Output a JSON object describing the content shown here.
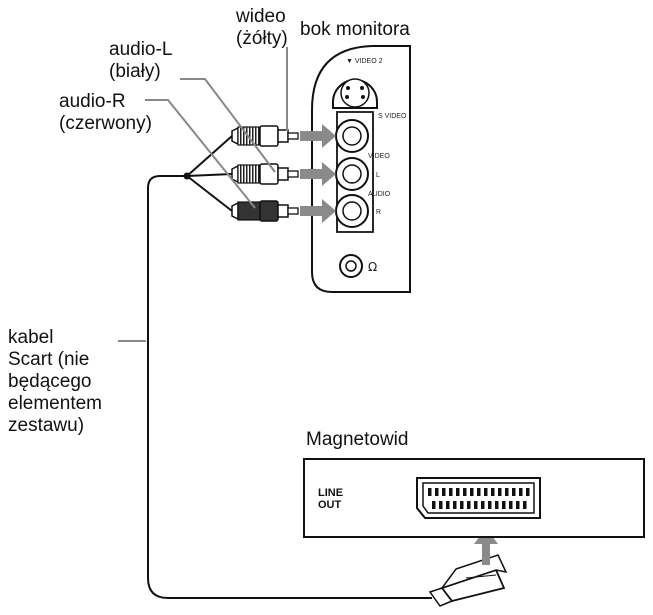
{
  "labels": {
    "video": "wideo\n(żółty)",
    "monitor_side": "bok monitora",
    "audio_l": "audio-L\n(biały)",
    "audio_r": "audio-R\n(czerwony)",
    "scart_cable": "kabel\nScart (nie\nbędącego\nelementem\nzestawu)",
    "vcr_title": "Magnetowid",
    "line_out": "LINE\nOUT"
  },
  "panel_markings": {
    "video2": "▼ VIDEO 2",
    "s_video": "S VIDEO",
    "video": "VIDEO",
    "l": "L",
    "audio": "AUDIO",
    "r": "R",
    "headphone": "Ω"
  },
  "colors": {
    "line": "#111111",
    "gray_line": "#888888",
    "arrow": "#8a8a8a",
    "plug_dark": "#333333"
  }
}
